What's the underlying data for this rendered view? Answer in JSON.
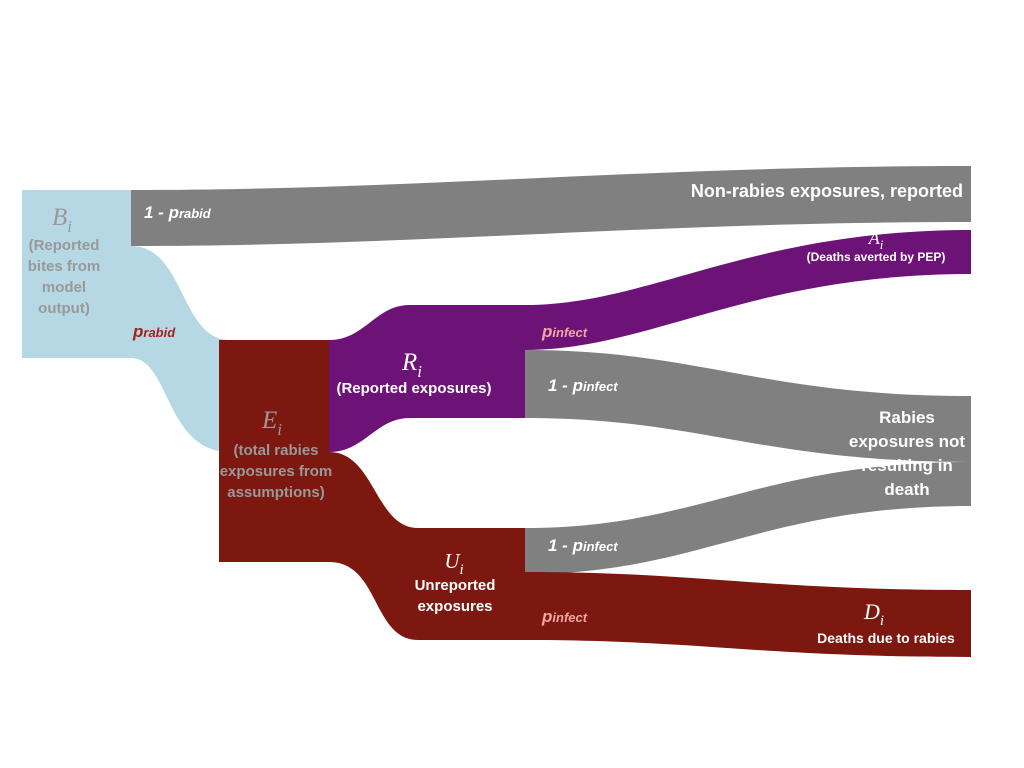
{
  "colors": {
    "bites": "#b5d8e4",
    "grey": "#808080",
    "exposures": "#7d1810",
    "reported": "#6d1378",
    "label_grey_on_blue": "#999999",
    "prabid_red": "#a0241c",
    "pinfect_pink": "#f4a6a0",
    "white": "#ffffff"
  },
  "nodes": {
    "bites": {
      "symbol": "B",
      "subscript": "i",
      "desc_lines": [
        "(Reported",
        "bites from",
        "model",
        "output)"
      ]
    },
    "exposures": {
      "symbol": "E",
      "subscript": "i",
      "desc_lines": [
        "(total rabies",
        "exposures from",
        "assumptions)"
      ]
    },
    "reported": {
      "symbol": "R",
      "subscript": "i",
      "desc": "(Reported exposures)"
    },
    "unreported": {
      "symbol": "U",
      "subscript": "i",
      "desc_lines": [
        "Unreported",
        "exposures"
      ]
    },
    "non_rabies": {
      "label": "Non-rabies exposures, reported"
    },
    "averted": {
      "symbol": "A",
      "subscript": "i",
      "desc": "(Deaths averted by PEP)"
    },
    "no_death": {
      "desc_lines": [
        "Rabies",
        "exposures not",
        "resulting in",
        "death"
      ]
    },
    "deaths": {
      "symbol": "D",
      "subscript": "i",
      "desc": "Deaths due to rabies"
    }
  },
  "flows": {
    "one_minus_prabid": {
      "prefix": "1 - ",
      "p": "p",
      "sub": "rabid"
    },
    "prabid": {
      "p": "p",
      "sub": "rabid"
    },
    "pinfect_reported": {
      "p": "p",
      "sub": "infect"
    },
    "one_minus_pinfect_reported": {
      "prefix": "1 - ",
      "p": "p",
      "sub": "infect"
    },
    "one_minus_pinfect_unreported": {
      "prefix": "1 - ",
      "p": "p",
      "sub": "infect"
    },
    "pinfect_unreported": {
      "p": "p",
      "sub": "infect"
    }
  }
}
